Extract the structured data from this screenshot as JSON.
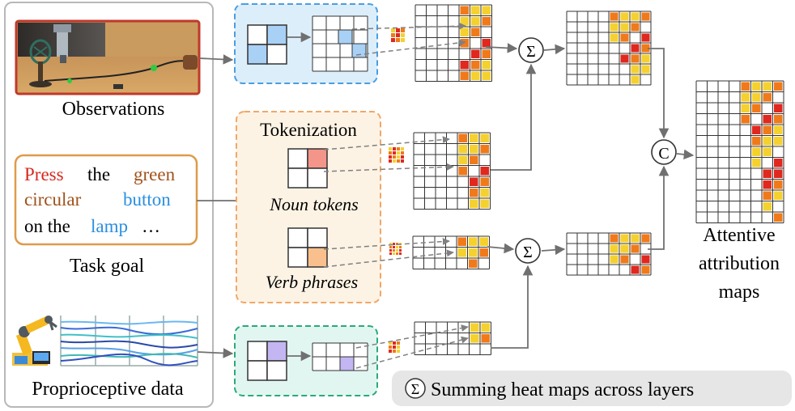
{
  "labels": {
    "observations": "Observations",
    "task_goal": "Task goal",
    "proprioceptive": "Proprioceptive data",
    "tokenization": "Tokenization",
    "noun_tokens": "Noun tokens",
    "verb_phrases": "Verb phrases",
    "attentive_line1": "Attentive",
    "attentive_line2": "attribution",
    "attentive_line3": "maps",
    "legend": "Summing heat maps across layers",
    "sum_symbol": "Σ",
    "concat_symbol": "C"
  },
  "task_text": {
    "w1": "Press",
    "w2": "the",
    "w3": "green",
    "w4": "circular",
    "w5": "button",
    "w6": "on the",
    "w7": "lamp",
    "w8": "…"
  },
  "colors": {
    "red": "#e0281e",
    "orange": "#f07a1a",
    "yellow": "#f5d130",
    "blue_word": "#2a8fe0",
    "brown_word": "#a0521a",
    "red_word": "#d8281e",
    "blue_panel": "#ddeefb",
    "blue_border": "#4a9ee0",
    "token_panel": "#fdf3e4",
    "token_border": "#f0a868",
    "green_panel": "#e2f6f1",
    "green_border": "#2aaa7a"
  }
}
